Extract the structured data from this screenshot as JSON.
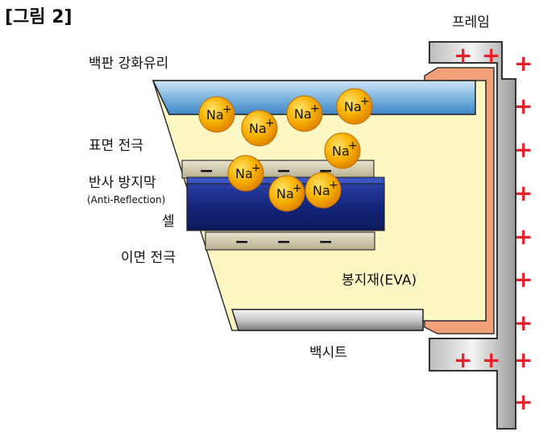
{
  "figure_title": "[그림 2]",
  "labels": {
    "frame": "프레임",
    "front_glass": "백판 강화유리",
    "front_electrode": "표면 전극",
    "anti_reflection": "반사 방지막",
    "anti_reflection_en": "(Anti-Reflection)",
    "cell": "셀",
    "back_electrode": "이면 전극",
    "encapsulant": "봉지재(EVA)",
    "backsheet": "백시트"
  },
  "ion": {
    "element": "Na",
    "charge": "+"
  },
  "charges": {
    "positive": "+",
    "negative": "−"
  },
  "colors": {
    "glass": "#7fb5df",
    "eva": "#fdf7c4",
    "frame": "#e3e3e3",
    "frame_inner": "#f2a07a",
    "cell": "#172a8a",
    "electrode": "#d2cbb0",
    "ion": "#f5a300",
    "plus": "#e8202a"
  }
}
